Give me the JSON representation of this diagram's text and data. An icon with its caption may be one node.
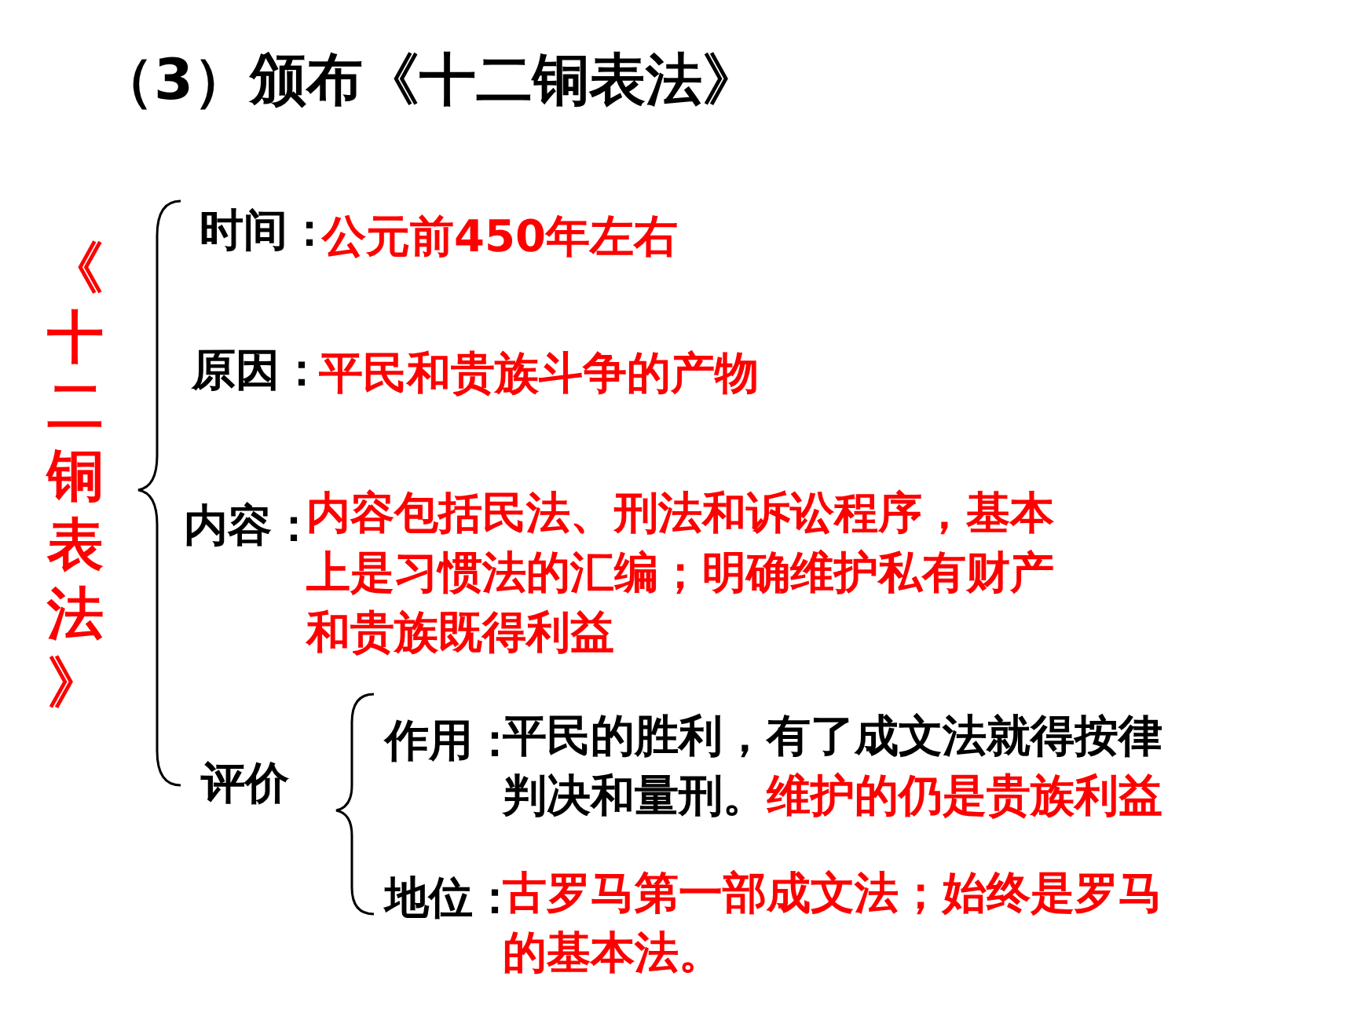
{
  "diagram": {
    "title": "（3）颁布《十二铜表法》",
    "labels": [
      "《十二铜表法》",
      "时间：",
      "公元前450年左右",
      "原因：",
      "平民和贵族斗争的产物",
      "内容：",
      "内容包括民法、刑法和诉讼程序，基本上是习惯法的汇编；明确维护私有财产和贵族既得利益",
      "评价",
      "作用：",
      "平民的胜利，有了成文法就得按律判决和量刑。",
      "维护的仍是贵族利益",
      "地位：",
      "古罗马第一部成文法；始终是罗马的基本法。"
    ]
  }
}
